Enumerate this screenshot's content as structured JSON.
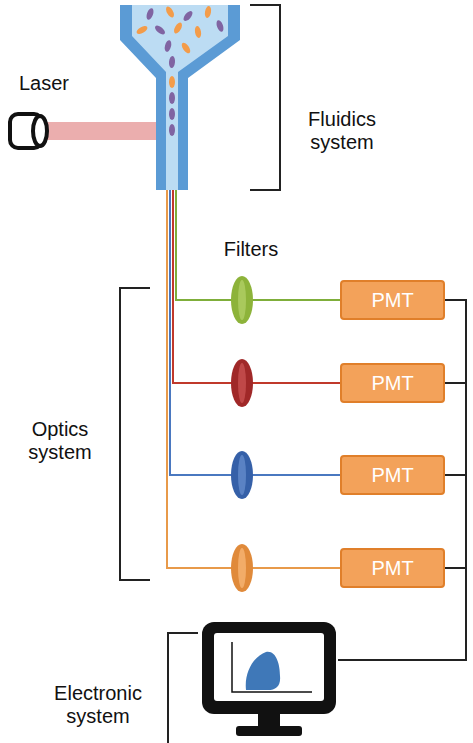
{
  "diagram": {
    "nodes": [
      {
        "text": [
          "PMT"
        ]
      },
      {
        "text": [
          "PMT"
        ]
      },
      {
        "text": [
          "PMT"
        ]
      },
      {
        "text": [
          "PMT"
        ]
      }
    ],
    "labels": [
      "Laser",
      "Fluidics system",
      "Filters",
      "Optics system",
      "Electronic system"
    ]
  }
}
